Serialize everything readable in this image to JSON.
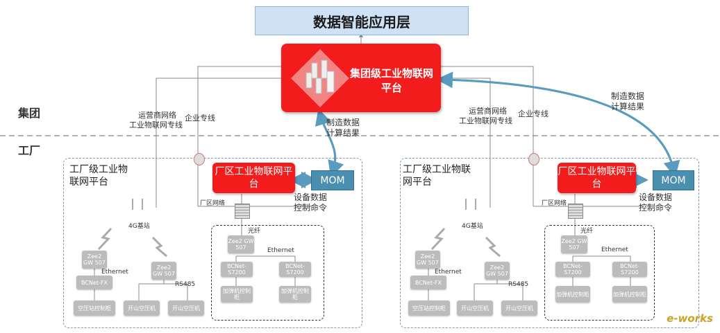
{
  "top_layer": "数据智能应用层",
  "group_platform": "集团级工业物联网平台",
  "zones": {
    "group": "集团",
    "factory": "工厂"
  },
  "conn_labels": {
    "carrier_network": "运营商网络",
    "iot_private_line": "工业物联网专线",
    "enterprise_line": "企业专线",
    "mfg_data_result": "制造数据计算结果"
  },
  "factories": [
    {
      "title": "工厂级工业物联网平台",
      "park_platform": "厂区工业物联网平台",
      "mom": "MOM",
      "device_data": "设备数据控制命令",
      "park_network": "厂区网络",
      "fiber": "光纤",
      "ethernet": "Ethernet",
      "rs485": "RS485",
      "base_station": "4G基站",
      "devices": {
        "zee_gw_1": "Zee2 GW 507",
        "zee_gw_2": "Zee2 GW 507",
        "bcnet_fx": "BCNet-FX",
        "air_station": "空压站控制柜",
        "air_comp_1": "开山空压机",
        "air_comp_2": "开山空压机",
        "zee_gw_inner": "Zee2 GW 507",
        "bcnet_s7200_1": "BCNet-S7200",
        "bcnet_s7200_2": "BCNet-S7200",
        "cabinet_1": "加弹机控制柜",
        "cabinet_2": "加弹机控制柜"
      }
    },
    {
      "title": "工厂级工业物联网平台",
      "park_platform": "厂区工业物联网平台",
      "mom": "MOM",
      "device_data": "设备数据控制命令",
      "park_network": "厂区网络",
      "fiber": "光纤",
      "ethernet": "Ethernet",
      "rs485": "RS485",
      "base_station": "4G基站",
      "devices": {
        "zee_gw_1": "Zee2 GW 507",
        "zee_gw_2": "Zee2 GW 507",
        "bcnet_fx": "BCNet-FX",
        "air_station": "空压站控制柜",
        "air_comp_1": "开山空压机",
        "air_comp_2": "开山空压机",
        "zee_gw_inner": "Zee2 GW 507",
        "bcnet_s7200_1": "BCNet-S7200",
        "bcnet_s7200_2": "BCNet-S7200",
        "cabinet_1": "加弹机控制柜",
        "cabinet_2": "加弹机控制柜"
      }
    }
  ],
  "watermark": "e-works",
  "colors": {
    "platform_red": "#f21c1c",
    "mom_blue": "#4a8fb0",
    "arrow_blue": "#5a9bc0",
    "top_blue": "#cfe2f5"
  }
}
